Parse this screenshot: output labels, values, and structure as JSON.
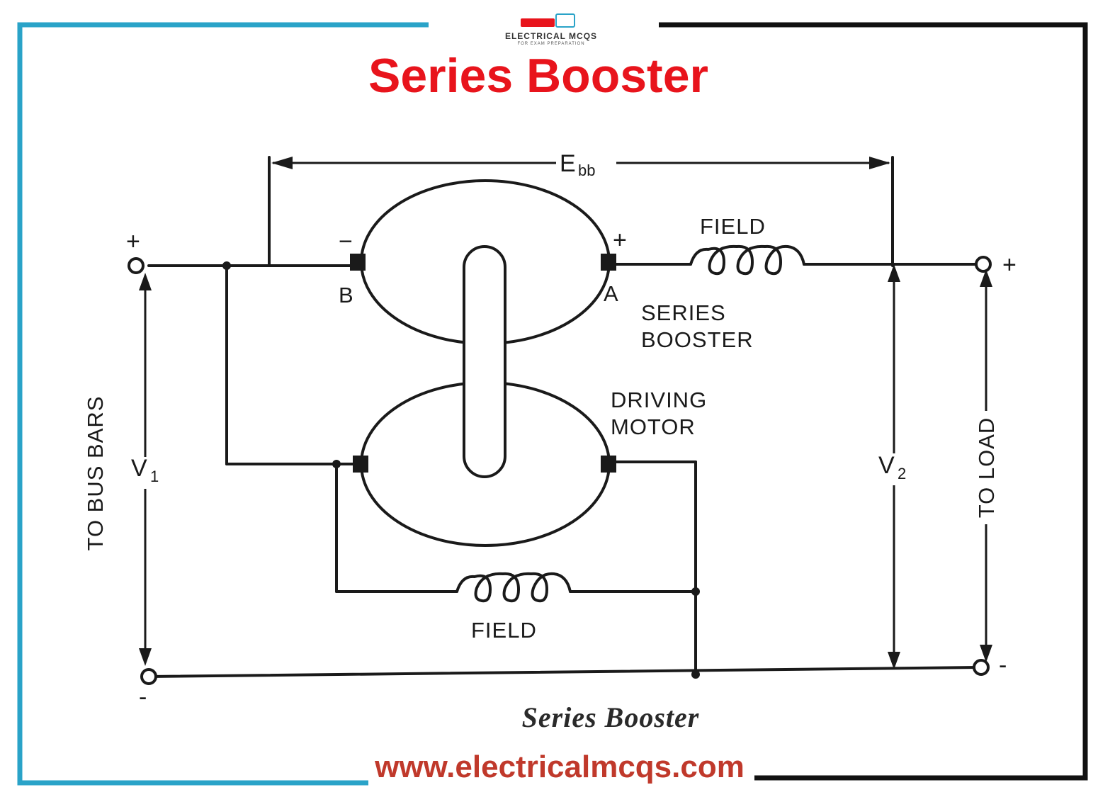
{
  "title": "Series Booster",
  "caption": "Series Booster",
  "watermark": {
    "logo_text": "ELECTRICAL MCQS",
    "logo_subtext": "FOR EXAM PREPARATION",
    "url": "www.electricalmcqs.com"
  },
  "labels": {
    "ebb_main": "E",
    "ebb_sub": "bb",
    "field_top": "FIELD",
    "field_bottom": "FIELD",
    "series_booster_line1": "SERIES",
    "series_booster_line2": "BOOSTER",
    "driving_motor_line1": "DRIVING",
    "driving_motor_line2": "MOTOR",
    "terminal_b": "B",
    "terminal_a": "A",
    "v1_main": "V",
    "v1_sub": "1",
    "v2_main": "V",
    "v2_sub": "2",
    "to_bus_bars": "TO BUS BARS",
    "to_load": "TO LOAD",
    "plus": "+",
    "minus": "−",
    "dash": "-"
  },
  "colors": {
    "title": "#e8141c",
    "frame_left": "#2aa3c8",
    "frame_right": "#111111",
    "wire": "#1a1a1a"
  }
}
